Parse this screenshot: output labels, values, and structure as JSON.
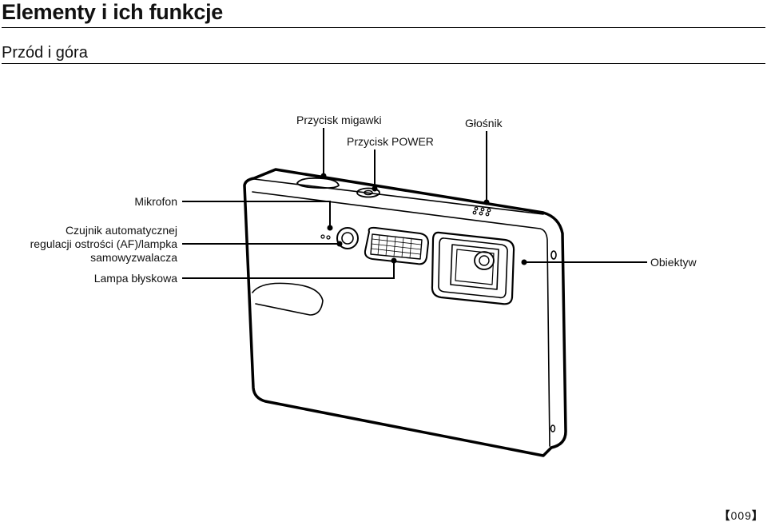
{
  "header": {
    "title": "Elementy i ich funkcje",
    "subtitle": "Przód i góra"
  },
  "labels": {
    "shutter": "Przycisk migawki",
    "power": "Przycisk POWER",
    "speaker": "Głośnik",
    "microphone": "Mikrofon",
    "af_sensor_line1": "Czujnik automatycznej",
    "af_sensor_line2": "regulacji ostrości (AF)/lampka",
    "af_sensor_line3": "samowyzwalacza",
    "flash": "Lampa błyskowa",
    "lens": "Obiektyw"
  },
  "footer": {
    "page_open": "【",
    "page_number": "009",
    "page_close": "】"
  }
}
